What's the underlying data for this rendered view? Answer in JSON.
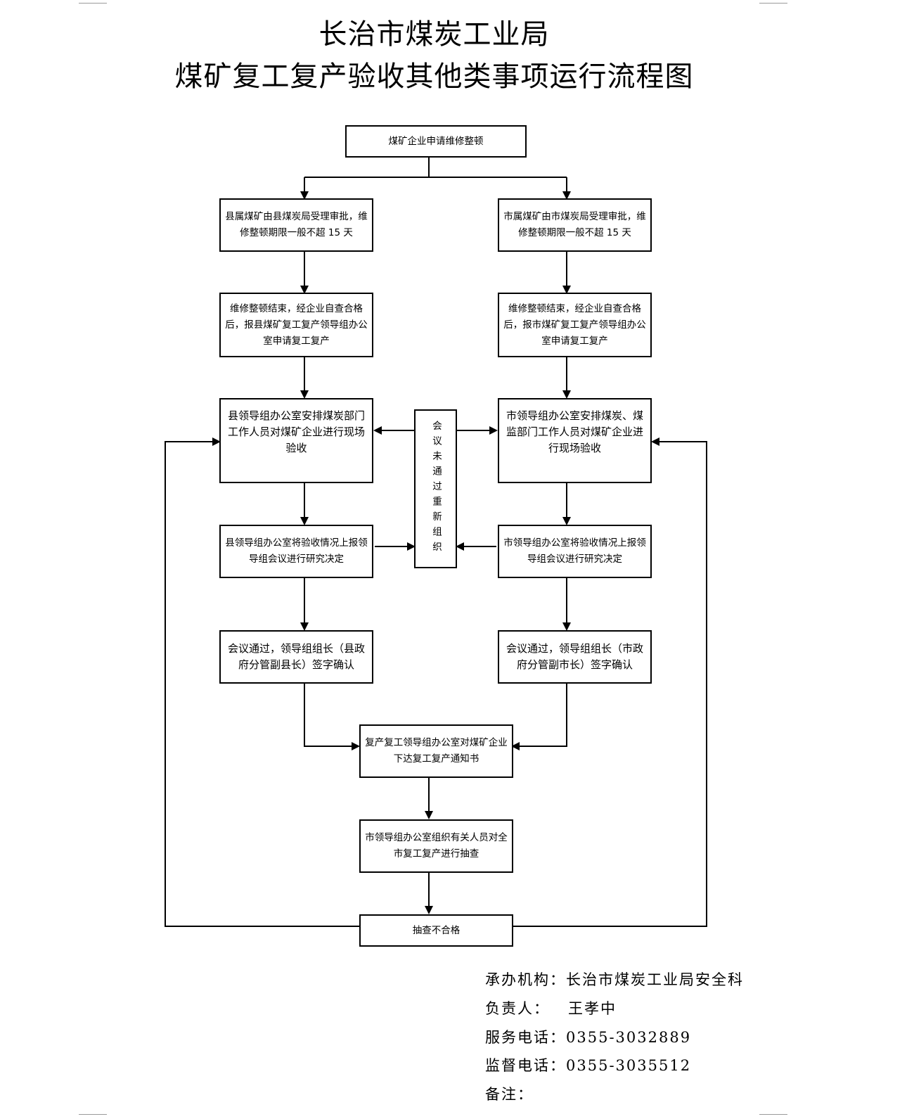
{
  "title": {
    "line1": "长治市煤炭工业局",
    "line2": "煤矿复工复产验收其他类事项运行流程图"
  },
  "flow": {
    "start": "煤矿企业申请维修整顿",
    "county_approve": "县属煤矿由县煤炭局受理审批，维修整顿期限一般不超 15 天",
    "city_approve": "市属煤矿由市煤炭局受理审批，维修整顿期限一般不超 15 天",
    "county_apply": "维修整顿结束，经企业自查合格后，报县煤矿复工复产领导组办公室申请复工复产",
    "city_apply": "维修整顿结束，经企业自查合格后，报市煤矿复工复产领导组办公室申请复工复产",
    "county_inspect": "县领导组办公室安排煤炭部门工作人员对煤矿企业进行现场验收",
    "city_inspect": "市领导组办公室安排煤炭、煤监部门工作人员对煤矿企业进行现场验收",
    "reorganize": "会议未通过重新组织",
    "county_report": "县领导组办公室将验收情况上报领导组会议进行研究决定",
    "city_report": "市领导组办公室将验收情况上报领导组会议进行研究决定",
    "county_sign": "会议通过，领导组组长（县政府分管副县长）签字确认",
    "city_sign": "会议通过，领导组组长（市政府分管副市长）签字确认",
    "notice": "复产复工领导组办公室对煤矿企业下达复工复产通知书",
    "spot_check": "市领导组办公室组织有关人员对全市复工复产进行抽查",
    "fail": "抽查不合格"
  },
  "footer": {
    "agency": "承办机构：长治市煤炭工业局安全科",
    "person_label": "负责人：",
    "person_name": "王孝中",
    "service_phone": "服务电话：0355-3032889",
    "supervise_phone": "监督电话：0355-3035512",
    "remarks": "备注："
  }
}
